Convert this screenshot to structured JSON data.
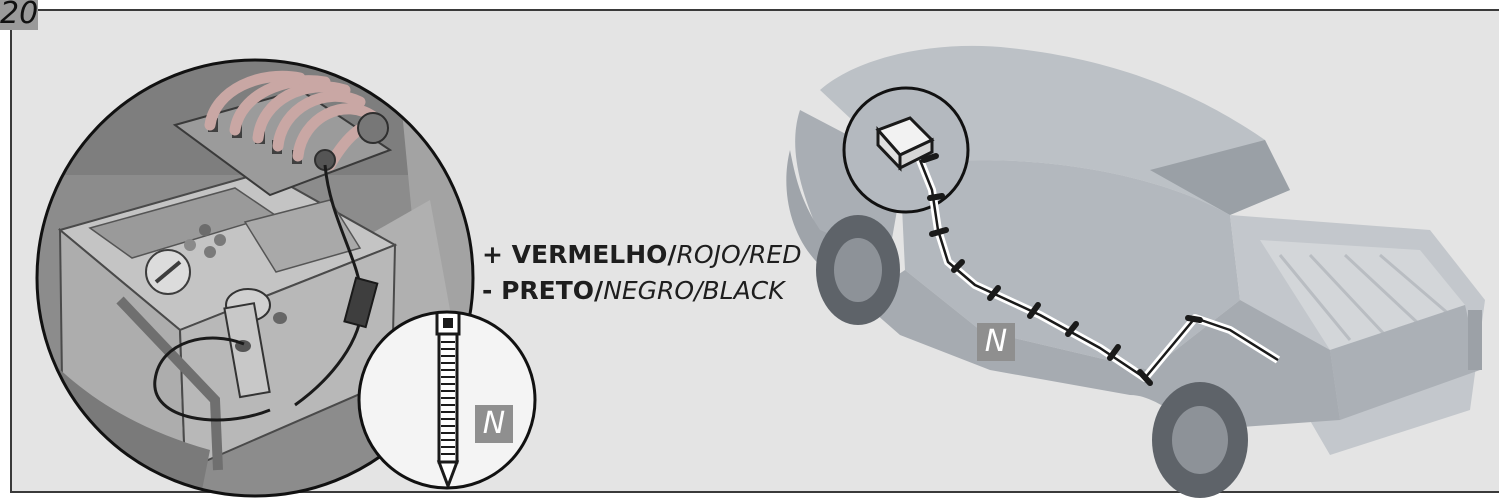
{
  "step": {
    "number": "20"
  },
  "legend": {
    "positive_prefix": "+ ",
    "positive_strong": "VERMELHO/",
    "positive_italic": "ROJO/RED",
    "negative_prefix": "- ",
    "negative_strong": "PRETO/",
    "negative_italic": "NEGRO/BLACK"
  },
  "callouts": {
    "zip_tie_tag": "N",
    "vehicle_tag": "N"
  },
  "colors": {
    "panel_background": "#e4e4e4",
    "frame": "#3a3a3a",
    "tag_background": "#8f8f8f",
    "wire": "#1a1a1a",
    "positive_cable": "#c9a7a4",
    "vehicle_body": "#b7bcc2"
  }
}
